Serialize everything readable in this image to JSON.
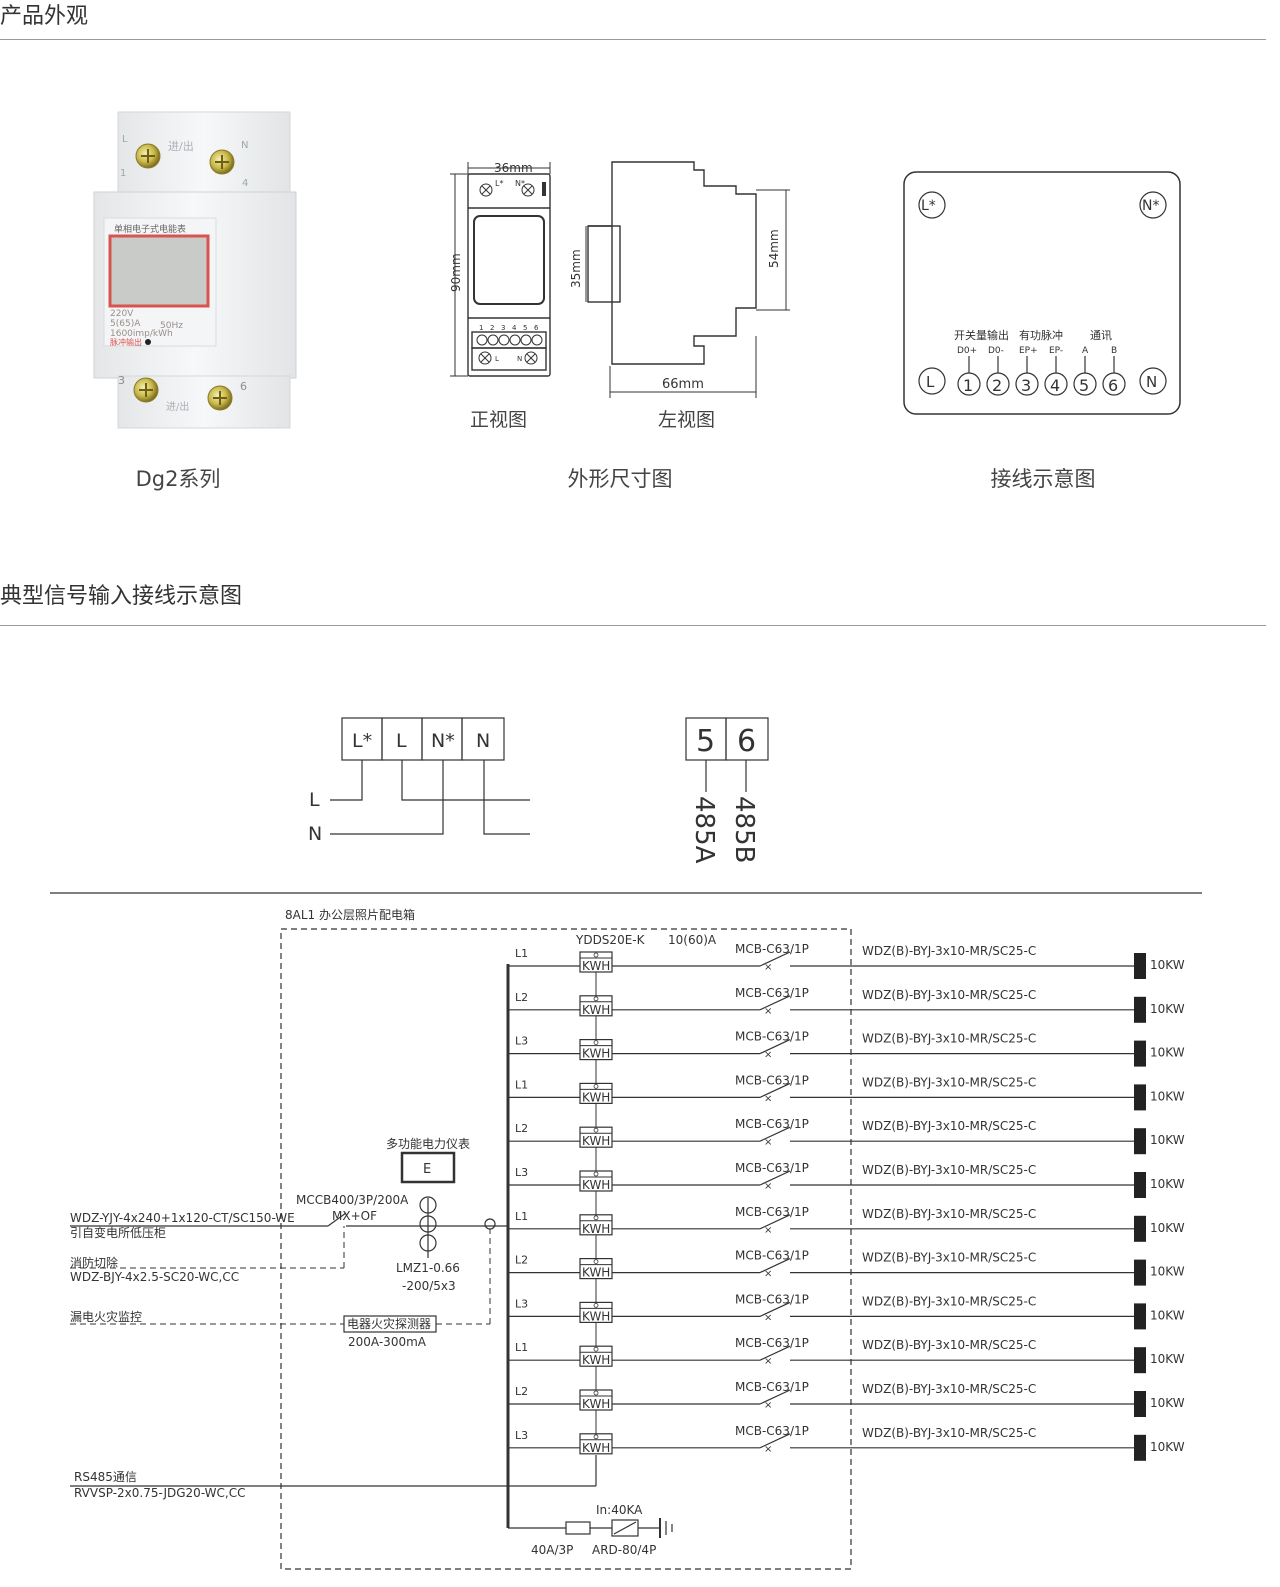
{
  "section1": {
    "title": "产品外观"
  },
  "product": {
    "caption": "Dg2系列",
    "label_top": "进/出",
    "label_bottom": "进/出",
    "label_face": "单相电子式电能表",
    "spec_voltage": "220V",
    "spec_current": "5(65)A",
    "spec_freq": "50Hz",
    "spec_imp": "1600imp/kWh",
    "pulse_label": "脉冲输出",
    "term_L": "L",
    "term_N": "N",
    "term_1": "1",
    "term_4": "4",
    "term_3": "3",
    "term_6": "6"
  },
  "dimensions": {
    "caption": "外形尺寸图",
    "front_caption": "正视图",
    "left_caption": "左视图",
    "width": "36mm",
    "height": "90mm",
    "depth35": "35mm",
    "depth54": "54mm",
    "depth66": "66mm",
    "front_top_labels": [
      "L*",
      "N*"
    ],
    "front_bottom_labels": [
      "L",
      "N"
    ],
    "term_numbers": [
      "1",
      "2",
      "3",
      "4",
      "5",
      "6"
    ]
  },
  "wiring": {
    "caption": "接线示意图",
    "corner_L_star": "L*",
    "corner_N_star": "N*",
    "group_switch": "开关量输出",
    "group_pulse": "有功脉冲",
    "group_comm": "通讯",
    "sub_labels": [
      "D0+",
      "D0-",
      "EP+",
      "EP-",
      "A",
      "B"
    ],
    "term_L": "L",
    "term_N": "N",
    "terminals": [
      "1",
      "2",
      "3",
      "4",
      "5",
      "6"
    ]
  },
  "section2": {
    "title": "典型信号输入接线示意图"
  },
  "signal": {
    "boxes": [
      "L*",
      "L",
      "N*",
      "N"
    ],
    "line_L": "L",
    "line_N": "N",
    "comm_boxes": [
      "5",
      "6"
    ],
    "comm_labels": [
      "485A",
      "485B"
    ]
  },
  "schematic": {
    "box_title": "8AL1 办公层照片配电箱",
    "meter_model": "YDDS20E-K",
    "meter_rating": "10(60)A",
    "kwh": "KWH",
    "breaker": "MCB-C63/1P",
    "cable": "WDZ(B)-BYJ-3x10-MR/SC25-C",
    "load": "10KW",
    "phases": [
      "L1",
      "L2",
      "L3",
      "L1",
      "L2",
      "L3",
      "L1",
      "L2",
      "L3",
      "L1",
      "L2",
      "L3"
    ],
    "instrument_label": "多功能电力仪表",
    "instrument_letter": "E",
    "mccb_line1": "MCCB400/3P/200A",
    "mccb_line2": "MX+OF",
    "ct_line1": "LMZ1-0.66",
    "ct_line2": "-200/5x3",
    "incoming_line1": "WDZ-YJY-4x240+1x120-CT/SC150-WE",
    "incoming_line2": "引自变电所低压柜",
    "fire_cut_line1": "消防切除",
    "fire_cut_line2": "WDZ-BJY-4x2.5-SC20-WC,CC",
    "leak_label": "漏电火灾监控",
    "detector_label": "电器火灾探测器",
    "detector_rating": "200A-300mA",
    "rs485_line1": "RS485通信",
    "rs485_line2": "RVVSP-2x0.75-JDG20-WC,CC",
    "spd_in": "In:40KA",
    "spd_breaker": "40A/3P",
    "spd_model": "ARD-80/4P"
  }
}
